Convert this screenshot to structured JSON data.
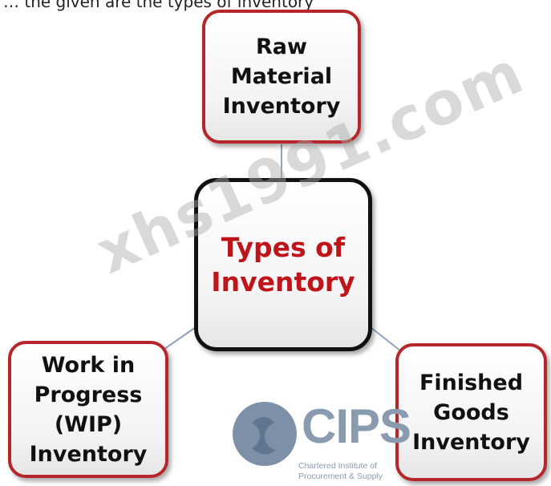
{
  "header_text": "… the given are the types of inventory",
  "diagram": {
    "center": [
      "Types of",
      "Inventory"
    ],
    "top": [
      "Raw",
      "Material",
      "Inventory"
    ],
    "left": [
      "Work in",
      "Progress",
      "(WIP)",
      "Inventory"
    ],
    "right": [
      "Finished",
      "Goods",
      "Inventory"
    ]
  },
  "watermark": "xhs1991.com",
  "logo": {
    "name": "CIPS",
    "subtitle": [
      "Chartered Institute of",
      "Procurement & Supply"
    ]
  },
  "colors": {
    "box_border": "#b5262a",
    "center_text": "#c0141b",
    "center_border": "#111111",
    "connector": "#8fa3bd"
  }
}
